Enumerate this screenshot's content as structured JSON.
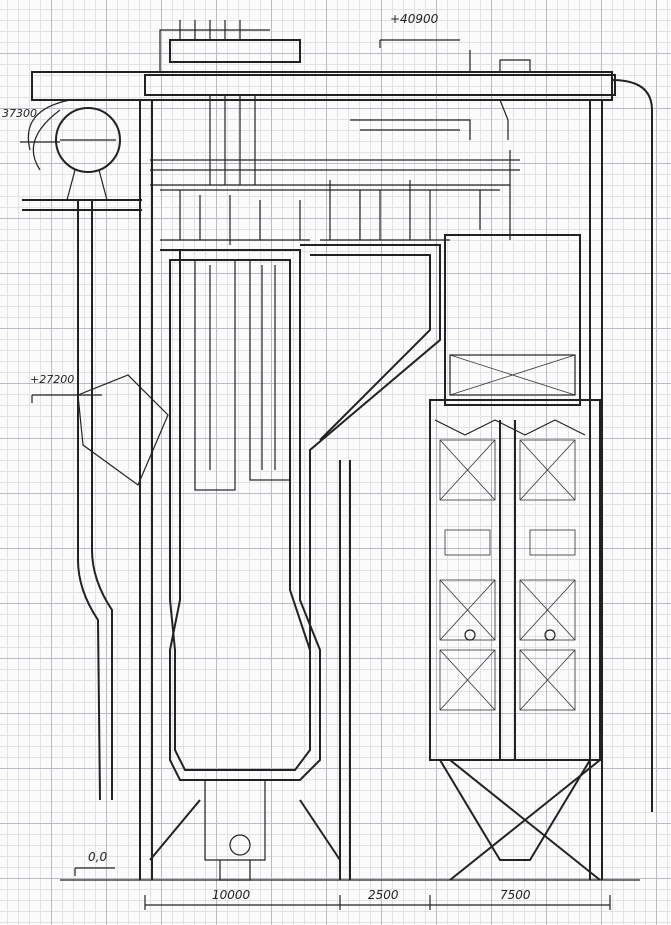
{
  "elevations": {
    "top": "+40900",
    "drum": "37300",
    "mid": "+27200",
    "ground": "0,0"
  },
  "dimensions": {
    "furnace_width": "10000",
    "gap": "2500",
    "convective_width": "7500"
  }
}
